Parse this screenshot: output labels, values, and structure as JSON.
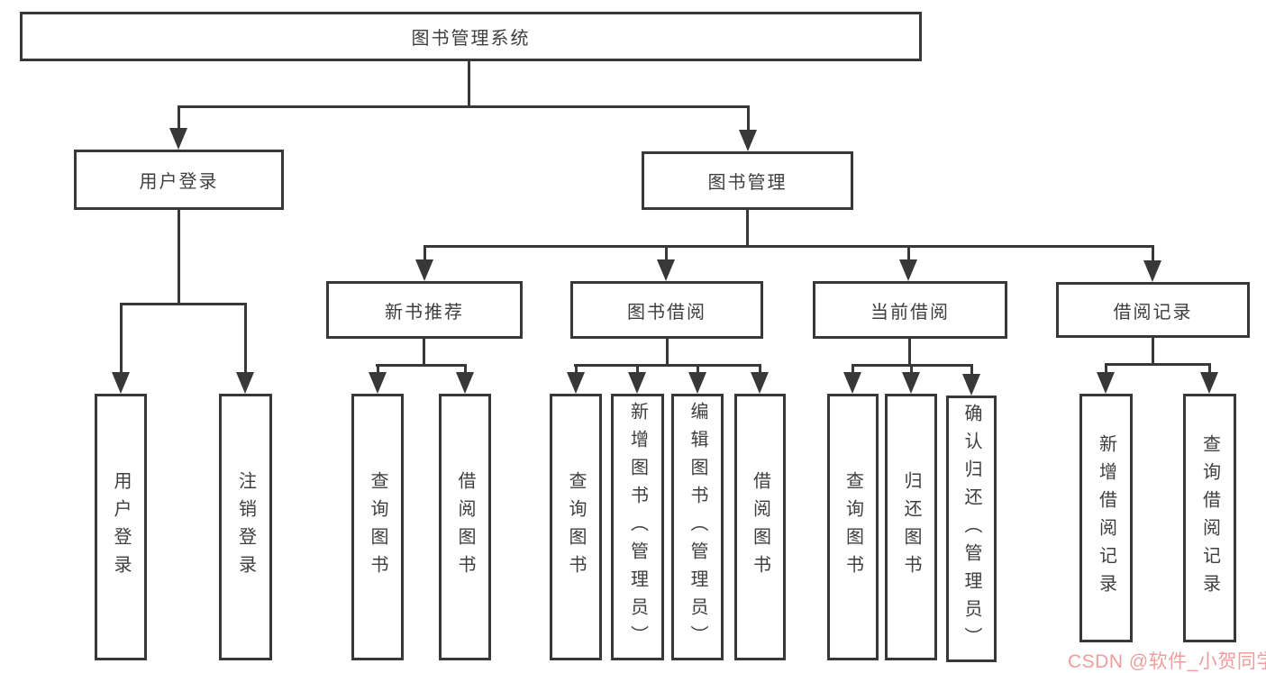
{
  "root": {
    "label": "图书管理系统"
  },
  "branches": {
    "user": {
      "label": "用户登录",
      "children": [
        {
          "label": "用户登录"
        },
        {
          "label": "注销登录"
        }
      ]
    },
    "manage": {
      "label": "图书管理",
      "groups": [
        {
          "label": "新书推荐",
          "children": [
            {
              "label": "查询图书"
            },
            {
              "label": "借阅图书"
            }
          ]
        },
        {
          "label": "图书借阅",
          "children": [
            {
              "label": "查询图书"
            },
            {
              "label": "新增图书（管理员）"
            },
            {
              "label": "编辑图书（管理员）"
            },
            {
              "label": "借阅图书"
            }
          ]
        },
        {
          "label": "当前借阅",
          "children": [
            {
              "label": "查询图书"
            },
            {
              "label": "归还图书"
            },
            {
              "label": "确认归还（管理员）"
            }
          ]
        },
        {
          "label": "借阅记录",
          "children": [
            {
              "label": "新增借阅记录"
            },
            {
              "label": "查询借阅记录"
            }
          ]
        }
      ]
    }
  },
  "watermark": {
    "text": "CSDN @软件_小贺同学",
    "color": "#ef9d9d"
  },
  "colors": {
    "line": "#383838",
    "text": "#3e3e3e",
    "background": "#ffffff"
  }
}
